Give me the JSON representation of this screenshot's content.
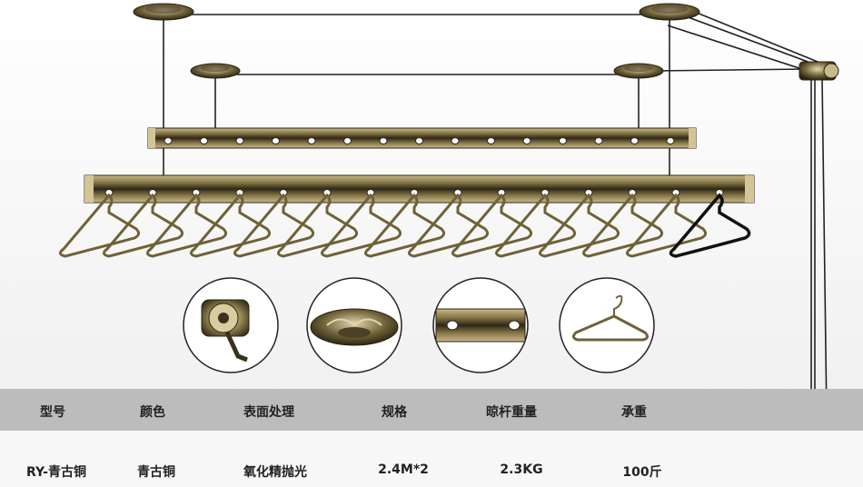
{
  "colors": {
    "bronze_dark": "#3d3520",
    "bronze_mid": "#8a7a4a",
    "bronze_light": "#c9b98a",
    "header_gray": "#bcbcbc"
  },
  "icons": {
    "crank": "crank-winder-icon",
    "pulley": "ceiling-pulley-icon",
    "rail": "rail-section-icon",
    "hanger": "hanger-icon"
  },
  "spec_table": {
    "headers": [
      "型号",
      "颜色",
      "表面处理",
      "规格",
      "晾杆重量",
      "承重"
    ],
    "values": [
      "RY-青古铜",
      "青古铜",
      "氧化精抛光",
      "2.4M*2",
      "2.3KG",
      "100斤"
    ]
  }
}
